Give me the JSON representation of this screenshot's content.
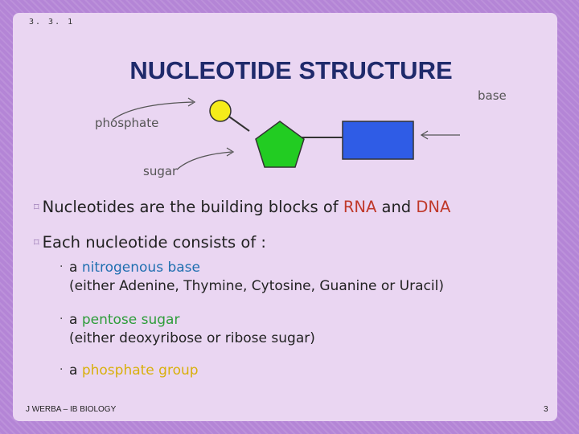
{
  "section_number": "3. 3. 1",
  "title": "NUCLEOTIDE STRUCTURE",
  "diagram": {
    "labels": {
      "phosphate": "phosphate",
      "sugar": "sugar",
      "base": "base"
    },
    "colors": {
      "phosphate": "#f5ec1a",
      "sugar": "#22cc22",
      "base": "#2f5ce6"
    }
  },
  "bullets": {
    "line1": {
      "text_a": "Nucleotides are the building blocks of ",
      "rna": "RNA",
      "and": " and ",
      "dna": "DNA"
    },
    "line2": {
      "text": "Each nucleotide consists of :"
    }
  },
  "sub_items": [
    {
      "prefix": "a ",
      "highlight": "nitrogenous base",
      "detail": "(either Adenine, Thymine, Cytosine, Guanine or Uracil)"
    },
    {
      "prefix": "a ",
      "highlight": "pentose sugar",
      "detail": "(either deoxyribose or ribose sugar)"
    },
    {
      "prefix": "a ",
      "highlight": "phosphate group"
    }
  ],
  "footer": {
    "author": "J WERBA – IB BIOLOGY",
    "page": "3"
  }
}
